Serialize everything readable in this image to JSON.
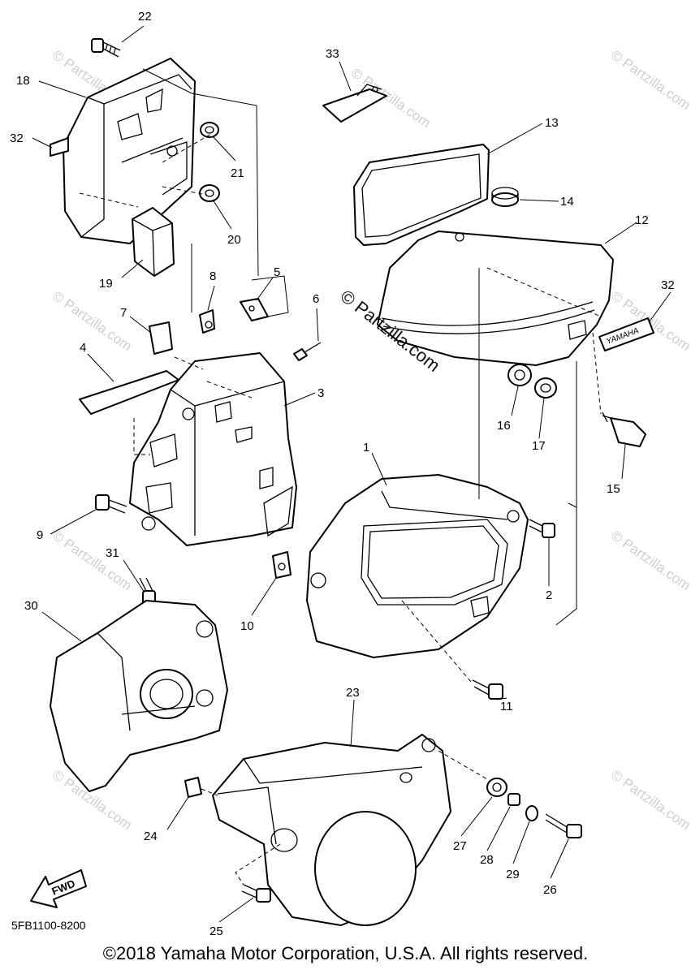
{
  "diagram": {
    "part_numbers": [
      "22",
      "18",
      "32",
      "21",
      "20",
      "19",
      "33",
      "13",
      "14",
      "12",
      "32",
      "8",
      "5",
      "6",
      "7",
      "4",
      "3",
      "9",
      "1",
      "16",
      "17",
      "15",
      "2",
      "31",
      "10",
      "30",
      "11",
      "23",
      "24",
      "27",
      "28",
      "29",
      "26",
      "25"
    ],
    "decal_text": "YAMAHA",
    "fwd_label": "FWD",
    "diagram_code": "5FB1100-8200",
    "copyright": "©2018 Yamaha Motor Corporation, U.S.A. All rights reserved.",
    "watermark_main": "© Partzilla.com",
    "watermark_faint": "© Partzilla.com"
  }
}
